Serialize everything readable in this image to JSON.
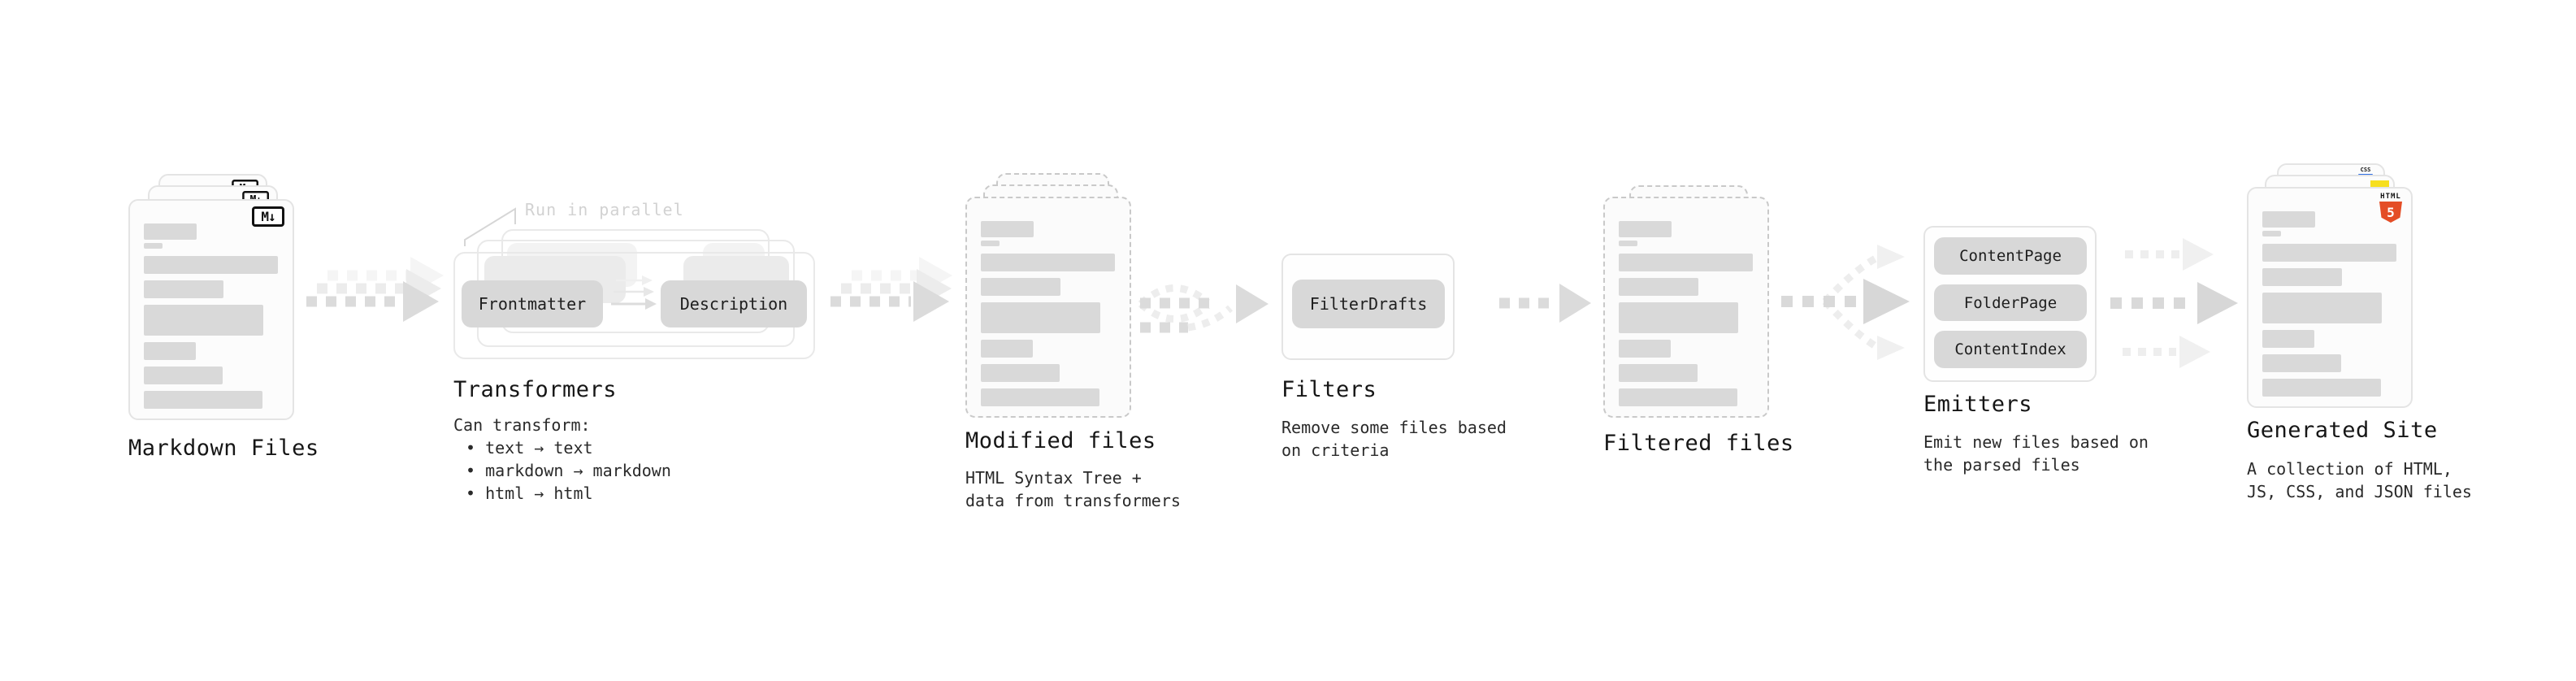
{
  "colors": {
    "html5_orange": "#e44d26",
    "js_yellow": "#f7df1e",
    "css_blue": "#2f6fe4",
    "skeleton_gray": "#d9d9d9",
    "pill_gray": "#d8d8d8",
    "arrow_gray": "#dbdbdb",
    "card_border": "#e4e4e4",
    "dashed_border": "#c9c9c9",
    "title_text": "#161616",
    "body_text": "#2a2a2a",
    "annotation_gray": "#d2d2d2",
    "icon_black": "#111111"
  },
  "nodes": {
    "markdown_files": {
      "title": "Markdown Files",
      "icon": "M↓"
    },
    "transformers": {
      "title": "Transformers",
      "annotation": "Run in parallel",
      "pills": {
        "left": "Frontmatter",
        "right": "Description"
      },
      "description": {
        "heading": "Can transform:",
        "bullets": [
          "• text → text",
          "• markdown → markdown",
          "• html → html"
        ]
      }
    },
    "modified_files": {
      "title": "Modified files",
      "subtitle_lines": [
        "HTML Syntax Tree +",
        "data from transformers"
      ]
    },
    "filters": {
      "title": "Filters",
      "pill": "FilterDrafts",
      "subtitle_lines": [
        "Remove some files based",
        "on criteria"
      ]
    },
    "filtered_files": {
      "title": "Filtered files"
    },
    "emitters": {
      "title": "Emitters",
      "pills": [
        "ContentPage",
        "FolderPage",
        "ContentIndex"
      ],
      "subtitle_lines": [
        "Emit new files based on",
        "the parsed files"
      ]
    },
    "generated_site": {
      "title": "Generated Site",
      "subtitle_lines": [
        "A collection of HTML,",
        "JS, CSS, and JSON files"
      ],
      "badges": {
        "html_word": "HTML",
        "html_shield": "5",
        "css": "CSS"
      }
    }
  }
}
